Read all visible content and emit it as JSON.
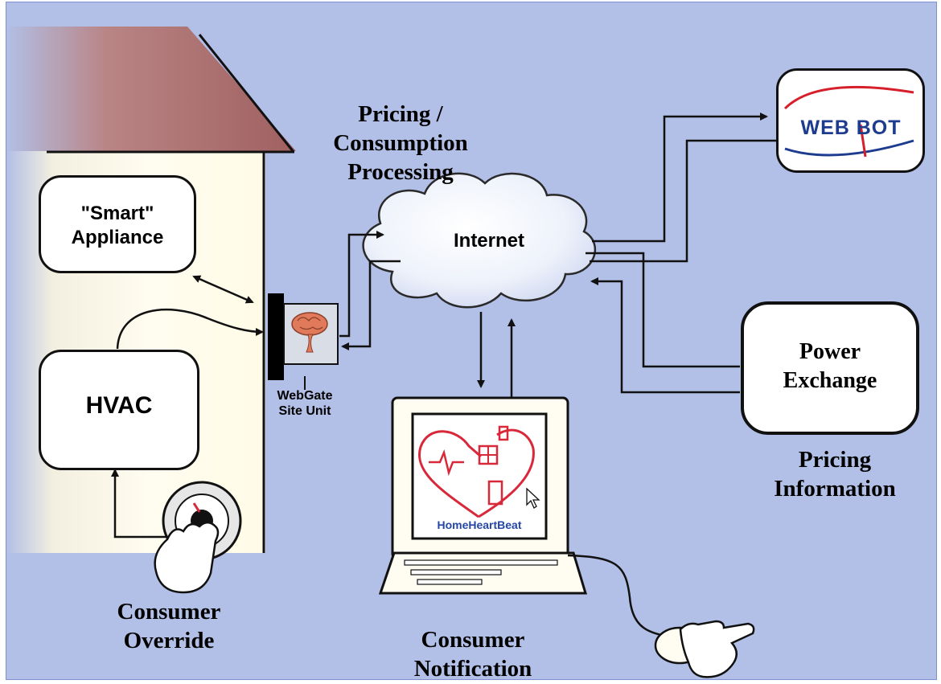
{
  "labels": {
    "pricing_consumption": [
      "Pricing /",
      "Consumption",
      "Processing"
    ],
    "internet": "Internet",
    "smart_appliance": [
      "\"Smart\"",
      "Appliance"
    ],
    "hvac": "HVAC",
    "webgate": [
      "WebGate",
      "Site Unit"
    ],
    "power_exchange": [
      "Power",
      "Exchange"
    ],
    "pricing_information": [
      "Pricing",
      "Information"
    ],
    "consumer_override": [
      "Consumer",
      "Override"
    ],
    "consumer_notification": [
      "Consumer",
      "Notification"
    ],
    "webbot_logo": "WEB BOT",
    "homeheartbeat_logo": "HomeHeartBeat"
  },
  "colors": {
    "background": "#b2bfe6",
    "roof": "#a86a6a",
    "wall": "#fdfbe8",
    "brain": "#e07a5a",
    "heart_logo": "#d8283a",
    "webbot_blue": "#1d3b8f",
    "webbot_red": "#d61f2a",
    "homeheartbeat_blue": "#2446a8"
  },
  "icons": [
    "house-icon",
    "cloud-icon",
    "brain-icon",
    "thermostat-icon",
    "hand-icon",
    "computer-icon",
    "keyboard-icon",
    "mouse-icon",
    "cursor-icon"
  ]
}
